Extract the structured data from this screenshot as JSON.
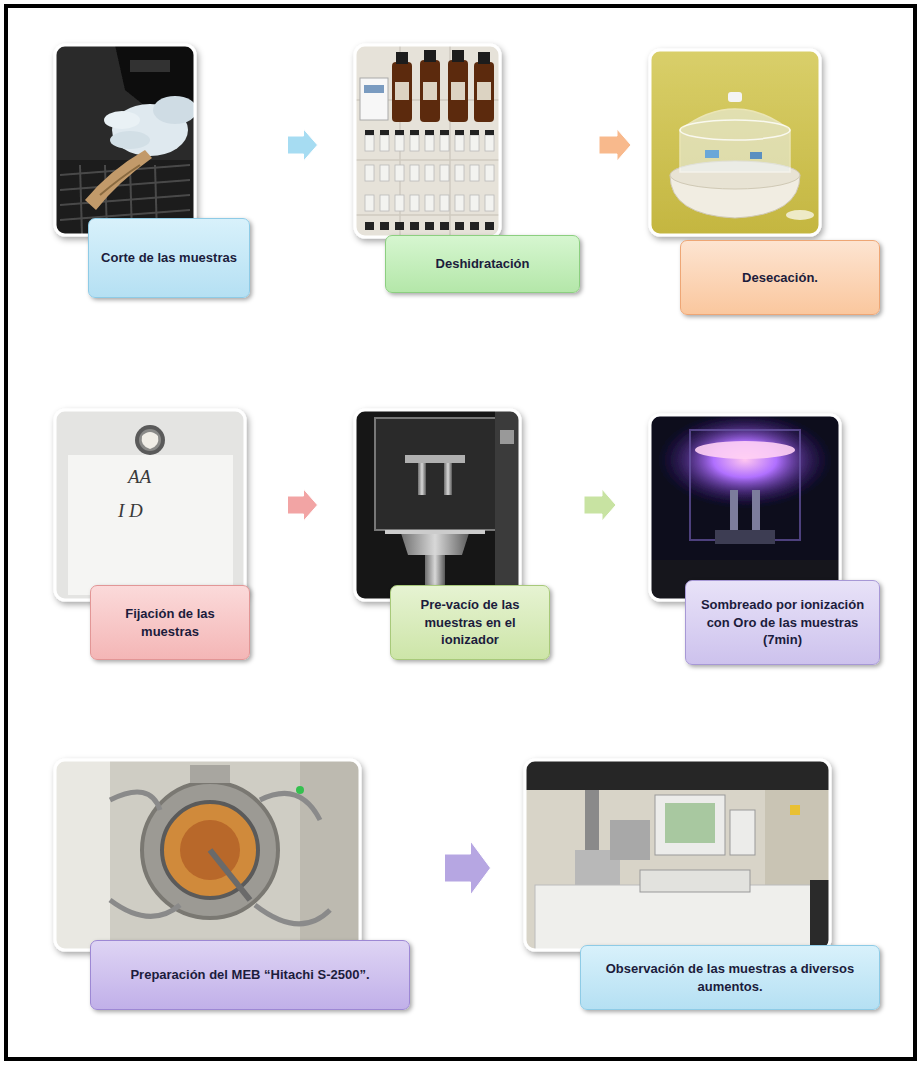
{
  "diagram": {
    "nodes": [
      {
        "text": [
          "Corte de las muestras"
        ]
      },
      {
        "text": [
          "Deshidratación"
        ]
      },
      {
        "text": [
          "Desecación."
        ]
      },
      {
        "text": [
          "Fijación de las muestras"
        ]
      },
      {
        "text": [
          "Pre-vacío de las muestras en el ionizador"
        ]
      },
      {
        "text": [
          "Sombreado por ionización con Oro de las muestras (7min)"
        ]
      },
      {
        "text": [
          "Preparación del MEB “Hitachi S-2500”."
        ]
      },
      {
        "text": [
          "Observación de las muestras a diversos aumentos."
        ]
      }
    ],
    "edges": [
      {
        "from": 0,
        "to": 1,
        "arrow": "to"
      },
      {
        "from": 1,
        "to": 2,
        "arrow": "to"
      },
      {
        "from": 3,
        "to": 4,
        "arrow": "to"
      },
      {
        "from": 4,
        "to": 5,
        "arrow": "to"
      },
      {
        "from": 6,
        "to": 7,
        "arrow": "to"
      }
    ],
    "labels": [
      "AA",
      "I D"
    ]
  }
}
